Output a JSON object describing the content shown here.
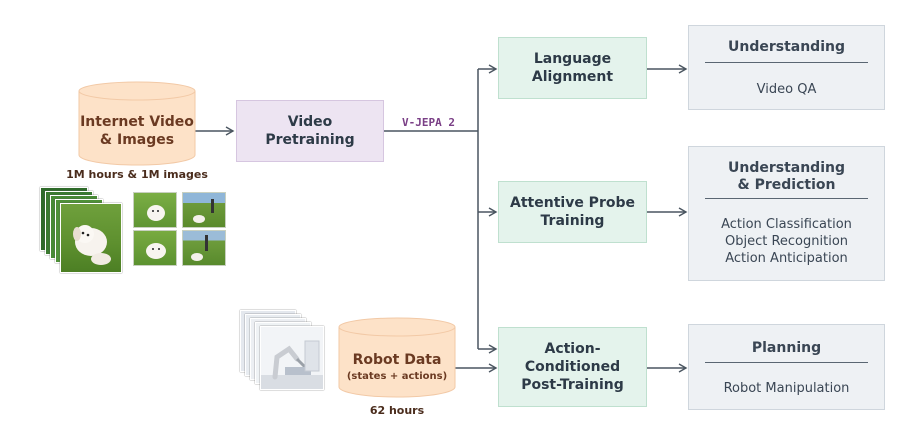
{
  "sources": {
    "internet": {
      "title_line1": "Internet Video",
      "title_line2": "& Images",
      "caption": "1M hours & 1M images"
    },
    "robot": {
      "title": "Robot Data",
      "subtitle": "(states + actions)",
      "caption": "62 hours"
    }
  },
  "pretraining": {
    "line1": "Video",
    "line2": "Pretraining",
    "model_label": "V-JEPA 2"
  },
  "stages": [
    {
      "line1": "Language",
      "line2": "Alignment"
    },
    {
      "line1": "Attentive Probe",
      "line2": "Training"
    },
    {
      "line1": "Action-",
      "line2": "Conditioned",
      "line3": "Post-Training"
    }
  ],
  "results": [
    {
      "title_line1": "Understanding",
      "items": [
        "Video QA"
      ]
    },
    {
      "title_line1": "Understanding",
      "title_line2": "& Prediction",
      "items": [
        "Action Classification",
        "Object Recognition",
        "Action Anticipation"
      ]
    },
    {
      "title_line1": "Planning",
      "items": [
        "Robot Manipulation"
      ]
    }
  ],
  "colors": {
    "cylinder": "#fde2c8",
    "pretraining": "#ede4f2",
    "stage": "#e4f3ec",
    "result": "#eef1f4",
    "arrow": "#4a5560"
  }
}
